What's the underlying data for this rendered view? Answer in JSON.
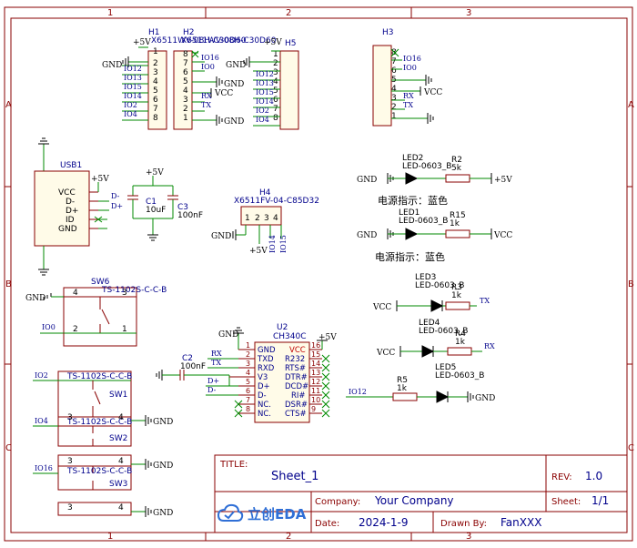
{
  "frame": {
    "columns": [
      "1",
      "2",
      "3"
    ],
    "rows": [
      "A",
      "B",
      "C"
    ]
  },
  "headers": {
    "h1": {
      "ref": "H1",
      "part": "X6511WV-08H-C30D60"
    },
    "h2": {
      "ref": "H2",
      "part": "X6511WV-08H-C30D60"
    },
    "h3": {
      "ref": "H3"
    },
    "h4": {
      "ref": "H4",
      "part": "X6511FV-04-C85D32"
    },
    "h5": {
      "ref": "H5"
    },
    "pins8": [
      "8",
      "7",
      "6",
      "5",
      "4",
      "3",
      "2",
      "1"
    ],
    "pins4": [
      "1",
      "2",
      "3",
      "4"
    ]
  },
  "nets": {
    "gnd": "GND",
    "vcc": "VCC",
    "v5": "+5V",
    "rx": "RX",
    "tx": "TX",
    "io0": "IO0",
    "io2": "IO2",
    "io4": "IO4",
    "io12": "IO12",
    "io13": "IO13",
    "io14": "IO14",
    "io15": "IO15",
    "io16": "IO16",
    "dm": "D-",
    "dp": "D+"
  },
  "usb": {
    "ref": "USB1",
    "pins": [
      "VCC",
      "D-",
      "D+",
      "ID",
      "GND"
    ]
  },
  "caps": {
    "c1": {
      "ref": "C1",
      "value": "10uF"
    },
    "c2": {
      "ref": "C2",
      "value": "100nF"
    },
    "c3": {
      "ref": "C3",
      "value": "100nF"
    }
  },
  "switches": {
    "part": "TS-1102S-C-C-B",
    "sw1": "SW1",
    "sw2": "SW2",
    "sw3": "SW3",
    "sw6": "SW6",
    "pins": [
      "1",
      "2",
      "3",
      "4"
    ]
  },
  "leds": {
    "part": "LED-0603_B",
    "led1": "LED1",
    "led2": "LED2",
    "led3": "LED3",
    "led4": "LED4",
    "led5": "LED5",
    "power_note": "电源指示：蓝色"
  },
  "resistors": {
    "r2": {
      "ref": "R2",
      "value": "5k"
    },
    "r3": {
      "ref": "R3",
      "value": "1k"
    },
    "r4": {
      "ref": "R4",
      "value": "1k"
    },
    "r5": {
      "ref": "R5",
      "value": "1k"
    },
    "r15": {
      "ref": "R15",
      "value": "1k"
    }
  },
  "ic": {
    "ref": "U2",
    "part": "CH340C",
    "left_pins": [
      {
        "num": "1",
        "name": "GND"
      },
      {
        "num": "2",
        "name": "TXD"
      },
      {
        "num": "3",
        "name": "RXD"
      },
      {
        "num": "4",
        "name": "V3"
      },
      {
        "num": "5",
        "name": "D+"
      },
      {
        "num": "6",
        "name": "D-"
      },
      {
        "num": "7",
        "name": "NC."
      },
      {
        "num": "8",
        "name": "NC."
      }
    ],
    "right_pins": [
      {
        "num": "16",
        "name": "VCC"
      },
      {
        "num": "15",
        "name": "R232"
      },
      {
        "num": "14",
        "name": "RTS#"
      },
      {
        "num": "13",
        "name": "DTR#"
      },
      {
        "num": "12",
        "name": "DCD#"
      },
      {
        "num": "11",
        "name": "RI#"
      },
      {
        "num": "10",
        "name": "DSR#"
      },
      {
        "num": "9",
        "name": "CTS#"
      }
    ]
  },
  "title_block": {
    "title_label": "TITLE:",
    "title": "Sheet_1",
    "rev_label": "REV:",
    "rev": "1.0",
    "company_label": "Company:",
    "company": "Your Company",
    "sheet_label": "Sheet:",
    "sheet": "1/1",
    "date_label": "Date:",
    "date": "2024-1-9",
    "drawn_label": "Drawn By:",
    "drawn": "FanXXX",
    "logo_text": "立创EDA"
  },
  "colors": {
    "frame": "#8a0000",
    "wire": "#008a00",
    "net_label": "#00008b",
    "body_fill": "#fffbe8"
  }
}
